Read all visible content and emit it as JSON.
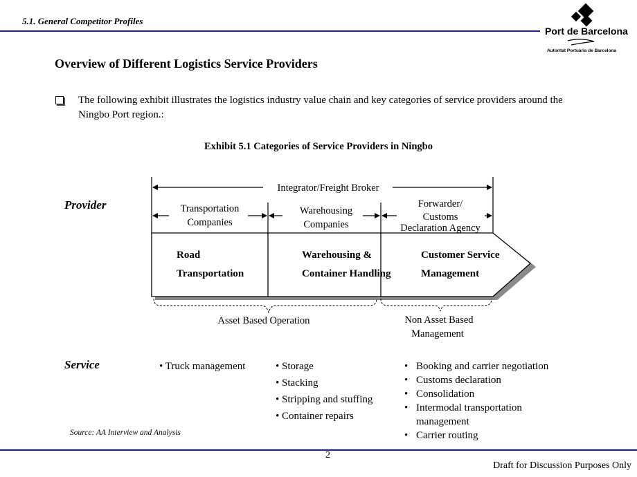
{
  "header": {
    "section_title": "5.1. General Competitor Profiles",
    "logo": {
      "name": "Port de Barcelona",
      "subtitle": "Autoritat Portuària de Barcelona",
      "icon": "diamond-logo-icon"
    }
  },
  "heading": "Overview of Different Logistics Service Providers",
  "bullet": "The following exhibit illustrates the logistics industry value chain and key categories of service providers around the Ningbo Port region.:",
  "exhibit_title": "Exhibit 5.1 Categories of Service Providers in Ningbo",
  "diagram": {
    "provider_label": "Provider",
    "service_label": "Service",
    "integrator": "Integrator/Freight Broker",
    "providers": [
      {
        "line1": "Transportation",
        "line2": "Companies"
      },
      {
        "line1": "Warehousing",
        "line2": "Companies"
      },
      {
        "line1": "Forwarder/",
        "line2": "Customs",
        "line3": "Declaration Agency"
      }
    ],
    "chain": [
      {
        "line1": "Road",
        "line2": "Transportation"
      },
      {
        "line1": "Warehousing &",
        "line2": "Container Handling"
      },
      {
        "line1": "Customer Service",
        "line2": "Management"
      }
    ],
    "asset_based": "Asset Based Operation",
    "non_asset": {
      "line1": "Non Asset Based",
      "line2": "Management"
    }
  },
  "services": {
    "col1": [
      "• Truck management"
    ],
    "col2": [
      "• Storage",
      "• Stacking",
      "• Stripping and stuffing",
      "• Container repairs"
    ],
    "col3": [
      "Booking and carrier negotiation",
      "Customs declaration",
      "Consolidation",
      "Intermodal transportation management",
      "Carrier routing"
    ]
  },
  "source": "Source: AA Interview and Analysis",
  "page_number": "2",
  "footer": "Draft for Discussion Purposes Only",
  "colors": {
    "rule": "#1f1f8f",
    "shadow": "#888888"
  }
}
